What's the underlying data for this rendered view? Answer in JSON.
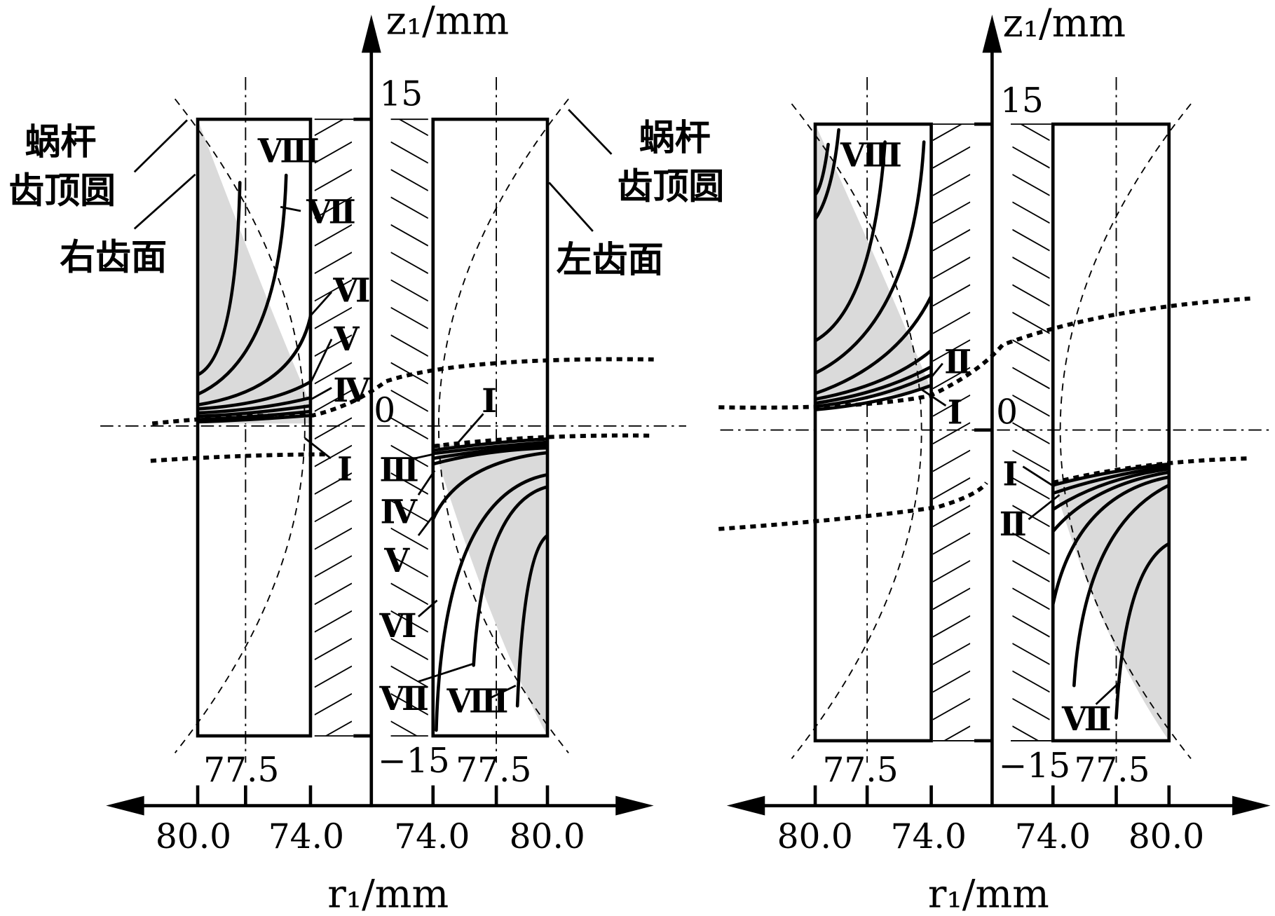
{
  "axes": {
    "z_label": "z₁/mm",
    "r_label": "r₁/mm",
    "z_top": "15",
    "z_zero": "0",
    "z_bottom": "−15",
    "r_outer": "80.0",
    "r_inner": "74.0",
    "r_mid": "77.5"
  },
  "labels": {
    "worm_tip_line1": "蜗杆",
    "worm_tip_line2": "齿顶圆",
    "right_flank": "右齿面",
    "left_flank": "左齿面"
  },
  "roman": {
    "I": "Ⅰ",
    "II": "Ⅱ",
    "III": "Ⅲ",
    "IV": "Ⅳ",
    "V": "Ⅴ",
    "VI": "Ⅵ",
    "VII": "Ⅶ",
    "VIII": "Ⅷ"
  },
  "colors": {
    "contact_region": "#dadada",
    "ink": "#000000"
  }
}
